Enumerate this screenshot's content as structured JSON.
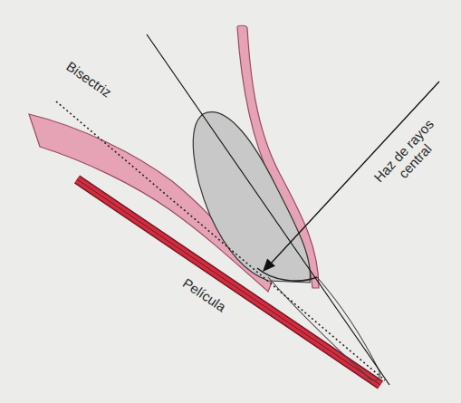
{
  "diagram": {
    "labels": [
      "Bisectriz",
      "Haz de rayos central",
      "Película"
    ]
  }
}
